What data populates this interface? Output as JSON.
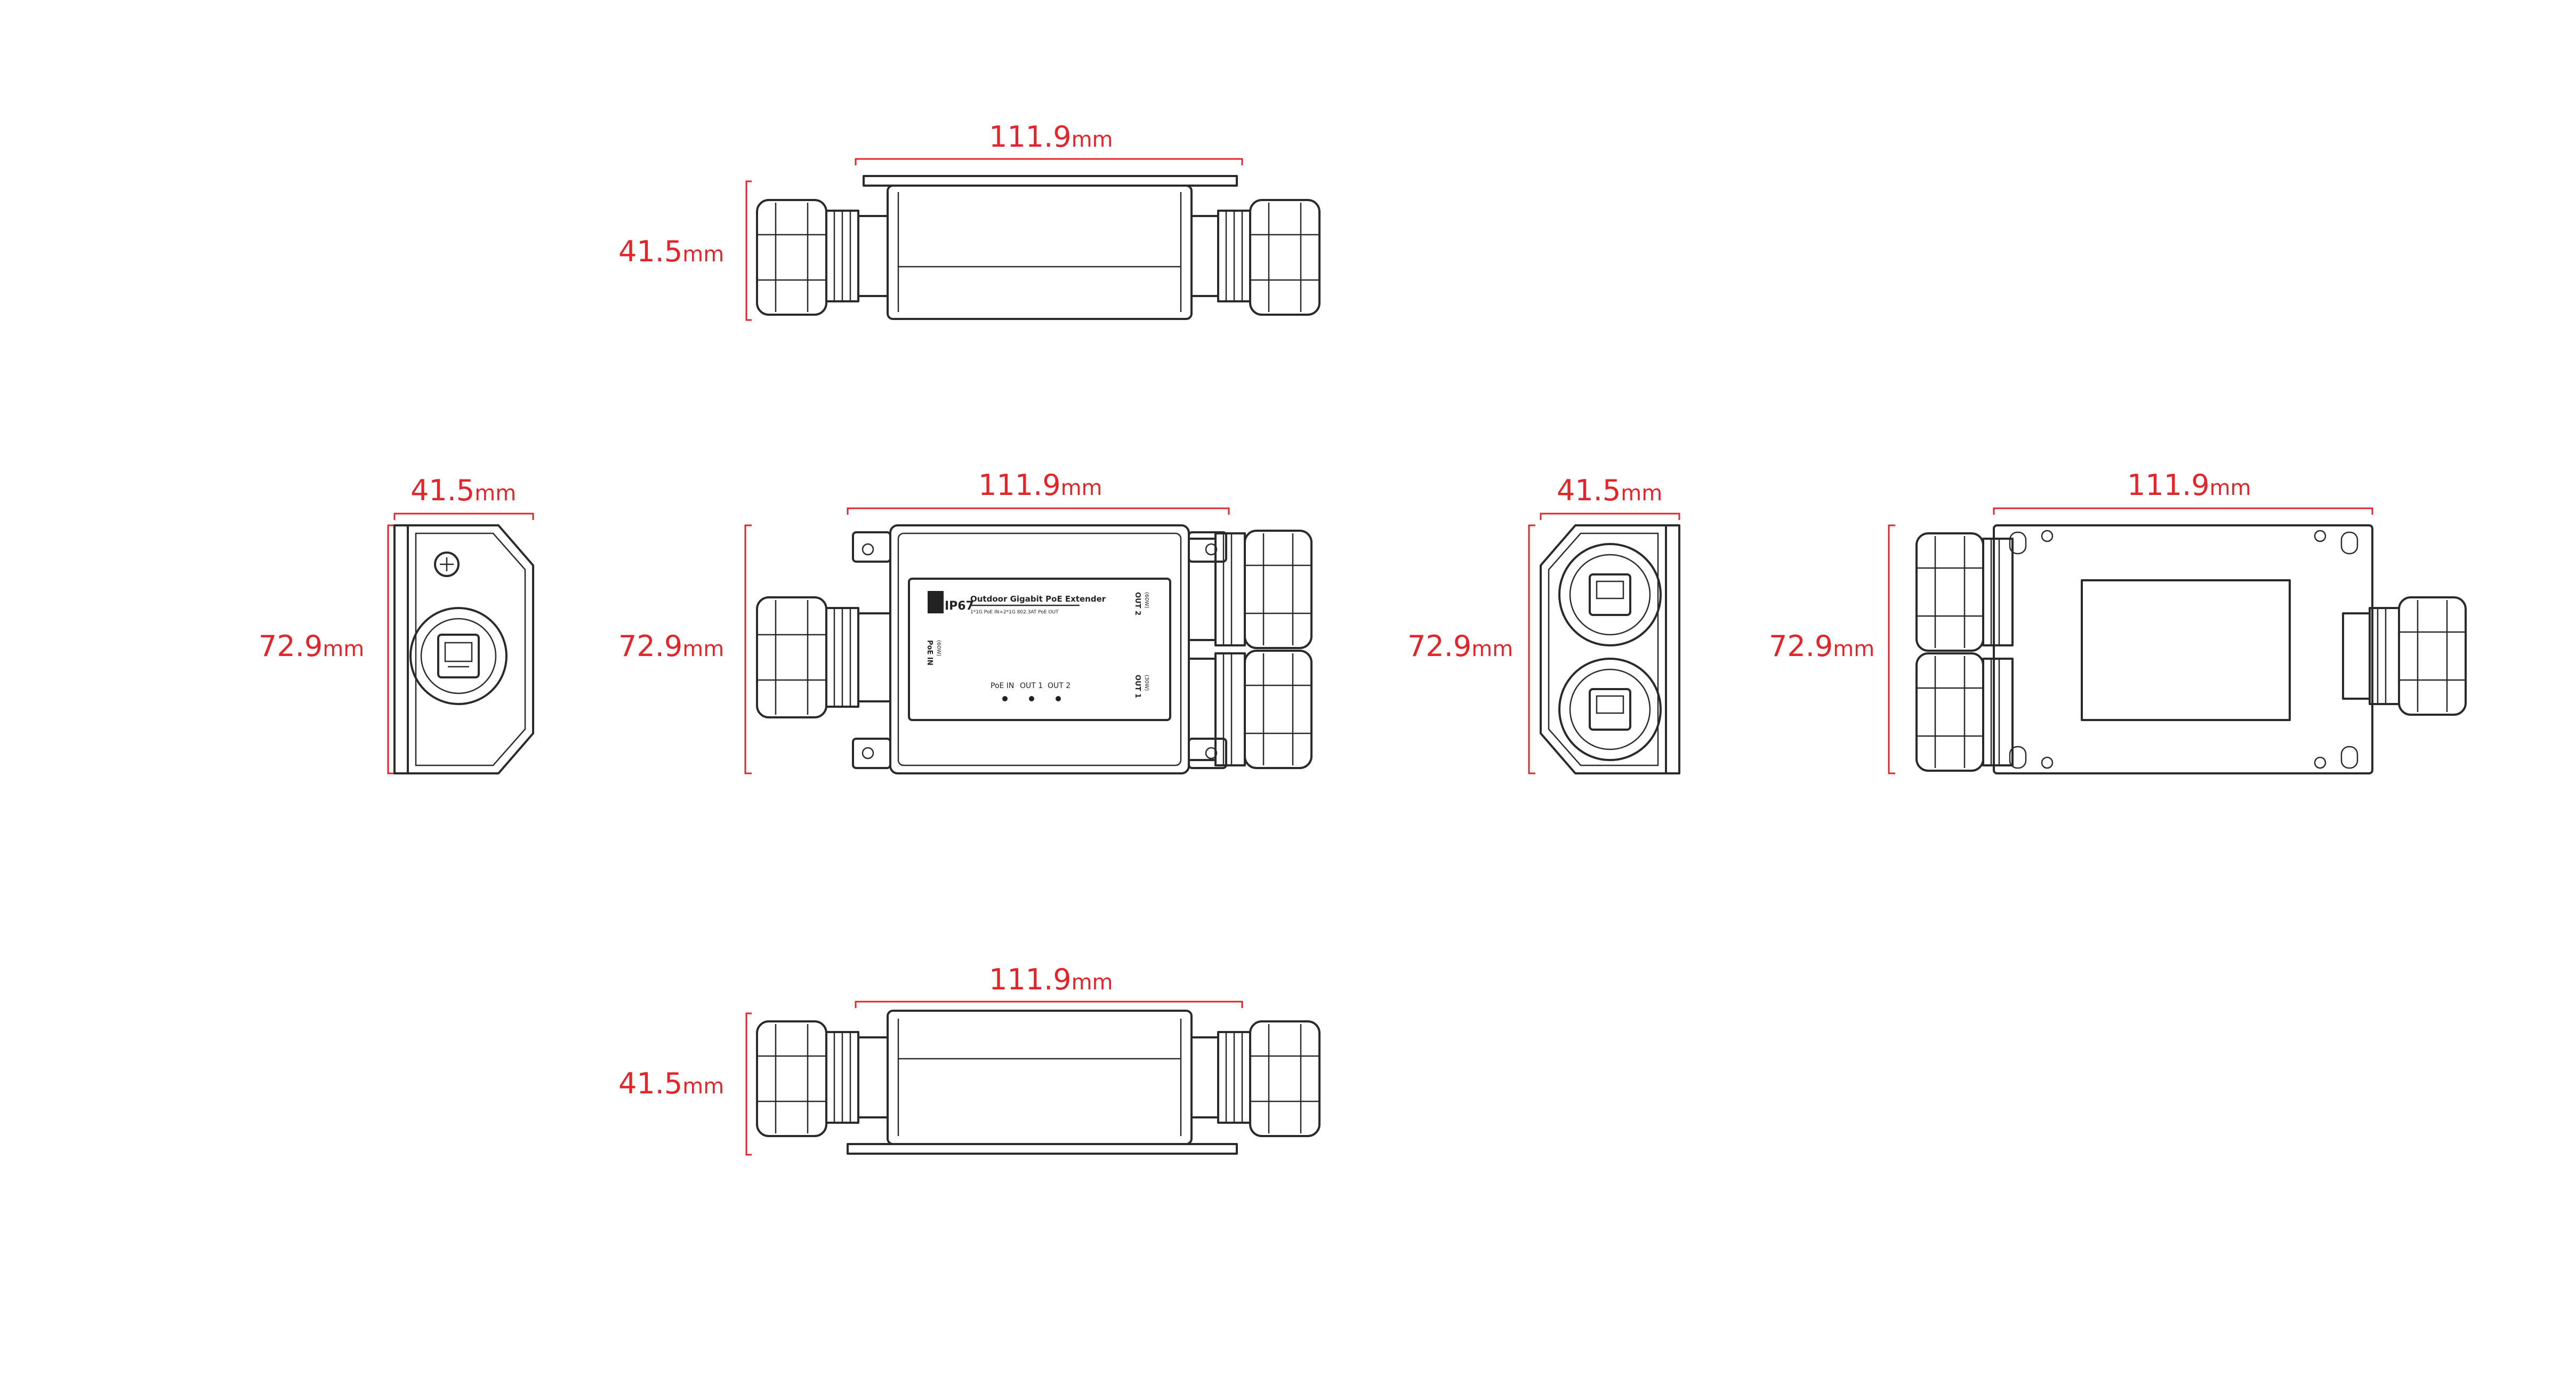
{
  "dimensions": {
    "length_value": "111.9",
    "length_unit": "mm",
    "depth_value": "41.5",
    "depth_unit": "mm",
    "height_value": "72.9",
    "height_unit": "mm"
  },
  "product_label": {
    "rating": "IP67",
    "title": "Outdoor Gigabit PoE Extender",
    "subtitle": "1*1G PoE IN+2*1G 802.3AT PoE OUT",
    "port_in": "PoE IN",
    "port_out1": "OUT 1",
    "port_out2": "OUT 2",
    "side_in": "PoE IN",
    "side_in_sub": "(60W)",
    "side_out2": "OUT 2",
    "side_out2_sub": "(60W)",
    "side_out1": "OUT 1",
    "side_out1_sub": "(30W)"
  },
  "colors": {
    "dimension": "#e0262b",
    "drawing": "#2a2a2a",
    "background": "#ffffff"
  }
}
